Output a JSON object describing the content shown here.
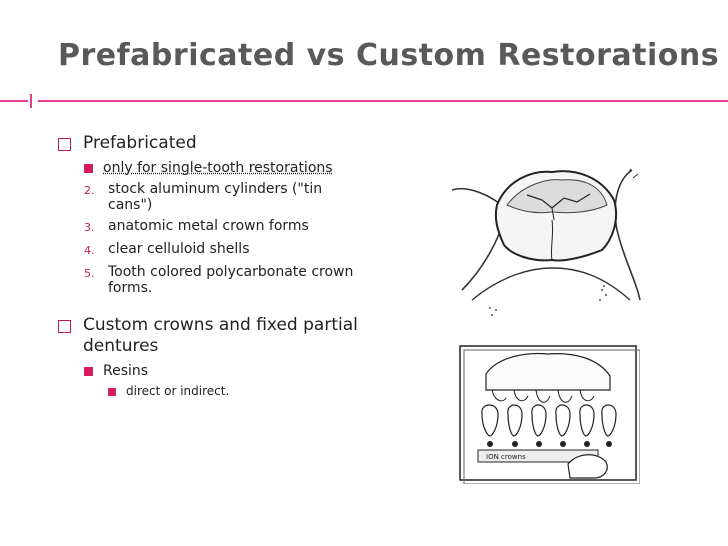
{
  "slide": {
    "title": "Prefabricated vs Custom Restorations",
    "accent_color": "#e83e8c"
  },
  "bullets": {
    "prefab": {
      "label": "Prefabricated",
      "sub_first": " only for single-tooth restorations",
      "numbered": [
        {
          "num": "2.",
          "text": "stock aluminum cylinders (\"tin cans\")"
        },
        {
          "num": "3.",
          "text": "anatomic metal crown forms"
        },
        {
          "num": "4.",
          "text": "clear celluloid shells"
        },
        {
          "num": "5.",
          "text": "Tooth colored polycarbonate crown forms."
        }
      ]
    },
    "custom": {
      "label": "Custom crowns and fixed partial dentures",
      "sub": "Resins",
      "subsub": "direct or indirect."
    }
  },
  "images": {
    "top": "tooth-crown-drawing",
    "bottom": "crown-shell-set-drawing",
    "bottom_caption": "ION crowns"
  }
}
